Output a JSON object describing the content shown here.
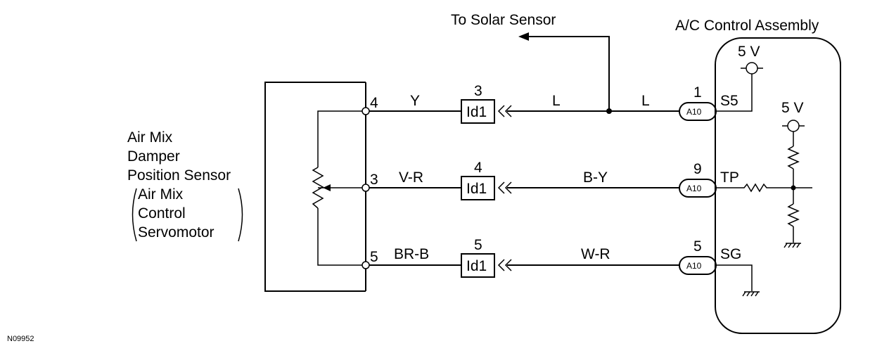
{
  "labels": {
    "solar_sensor": "To Solar Sensor",
    "assembly_title": "A/C Control Assembly",
    "sensor_name": [
      "Air Mix",
      "Damper",
      "Position Sensor"
    ],
    "sensor_sub": [
      "Air Mix",
      "Control",
      "Servomotor"
    ],
    "figure_id": "N09952",
    "voltage_a": "5 V",
    "voltage_b": "5 V"
  },
  "sensor_pins": [
    "4",
    "3",
    "5"
  ],
  "wires_left": [
    "Y",
    "V-R",
    "BR-B"
  ],
  "connectors_id": {
    "pins": [
      "3",
      "4",
      "5"
    ],
    "name": "Id1"
  },
  "wires_right": [
    "L",
    "B-Y",
    "W-R"
  ],
  "wire_branch": "L",
  "connectors_a": {
    "pins": [
      "1",
      "9",
      "5"
    ],
    "name": "A10"
  },
  "terminals": [
    "S5",
    "TP",
    "SG"
  ]
}
